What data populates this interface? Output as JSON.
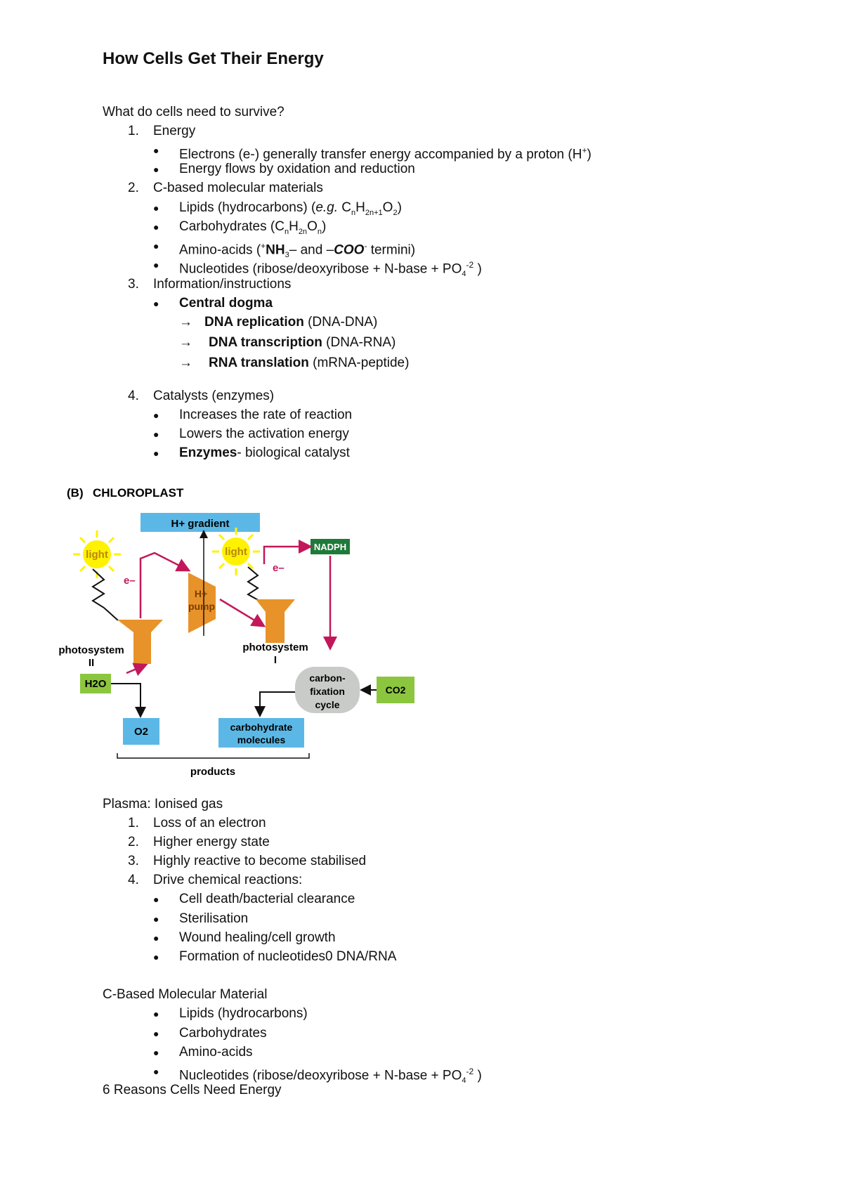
{
  "title": "How Cells Get Their Energy",
  "section1": {
    "question": "What do cells need to survive?",
    "items": [
      {
        "num": "1.",
        "label": "Energy",
        "bullets": [
          "Electrons (e-) generally transfer energy accompanied by a proton (H+)",
          "Energy flows by oxidation and reduction"
        ]
      },
      {
        "num": "2.",
        "label": "C-based molecular materials",
        "bullets": [
          "Lipids (hydrocarbons) (e.g. CnH2n+1O2)",
          "Carbohydrates (CnH2nOn)",
          "Amino-acids (+NH3– and –COO- termini)",
          "Nucleotides (ribose/deoxyribose + N-base + PO4-2 )"
        ]
      },
      {
        "num": "3.",
        "label": "Information/instructions",
        "bullets": [
          "Central dogma"
        ],
        "arrows": [
          {
            "bold": "DNA replication",
            "rest": " (DNA-DNA)"
          },
          {
            "bold": "DNA transcription",
            "rest": " (DNA-RNA)"
          },
          {
            "bold": "RNA translation",
            "rest": " (mRNA-peptide)"
          }
        ]
      },
      {
        "num": "4.",
        "label": "Catalysts (enzymes)",
        "bullets": [
          "Increases the rate of reaction",
          "Lowers the activation energy"
        ],
        "enzymes_bold": "Enzymes",
        "enzymes_rest": "- biological catalyst"
      }
    ]
  },
  "diagram": {
    "heading_letter": "(B)",
    "heading": "CHLOROPLAST",
    "h_gradient": "H+ gradient",
    "light1": "light",
    "light2": "light",
    "e1": "e–",
    "e2": "e–",
    "h_pump_1": "H+",
    "h_pump_2": "pump",
    "ps2_1": "photosystem",
    "ps2_2": "II",
    "ps1_1": "photosystem",
    "ps1_2": "I",
    "nadph": "NADPH",
    "h2o": "H2O",
    "o2": "O2",
    "carbon_1": "carbon-",
    "carbon_2": "fixation",
    "carbon_3": "cycle",
    "co2": "CO2",
    "carb_1": "carbohydrate",
    "carb_2": "molecules",
    "products": "products",
    "colors": {
      "blue": "#5bb8e6",
      "green": "#8cc63f",
      "dark_green": "#1f7a3a",
      "orange": "#e8922a",
      "magenta": "#c2185b",
      "yellow": "#fff200",
      "grey": "#c8cbc8"
    }
  },
  "section2": {
    "heading": "Plasma: Ionised gas",
    "items": [
      {
        "num": "1.",
        "label": "Loss of an electron"
      },
      {
        "num": "2.",
        "label": "Higher energy state"
      },
      {
        "num": "3.",
        "label": "Highly reactive to become stabilised"
      },
      {
        "num": "4.",
        "label": "Drive chemical reactions:"
      }
    ],
    "bullets": [
      "Cell death/bacterial clearance",
      "Sterilisation",
      "Wound healing/cell growth",
      "Formation of nucleotides0 DNA/RNA"
    ]
  },
  "section3": {
    "heading": "C-Based Molecular Material",
    "bullets": [
      "Lipids (hydrocarbons)",
      "Carbohydrates",
      "Amino-acids",
      "Nucleotides (ribose/deoxyribose + N-base + PO4-2 )"
    ],
    "footer": "6 Reasons Cells Need Energy"
  }
}
